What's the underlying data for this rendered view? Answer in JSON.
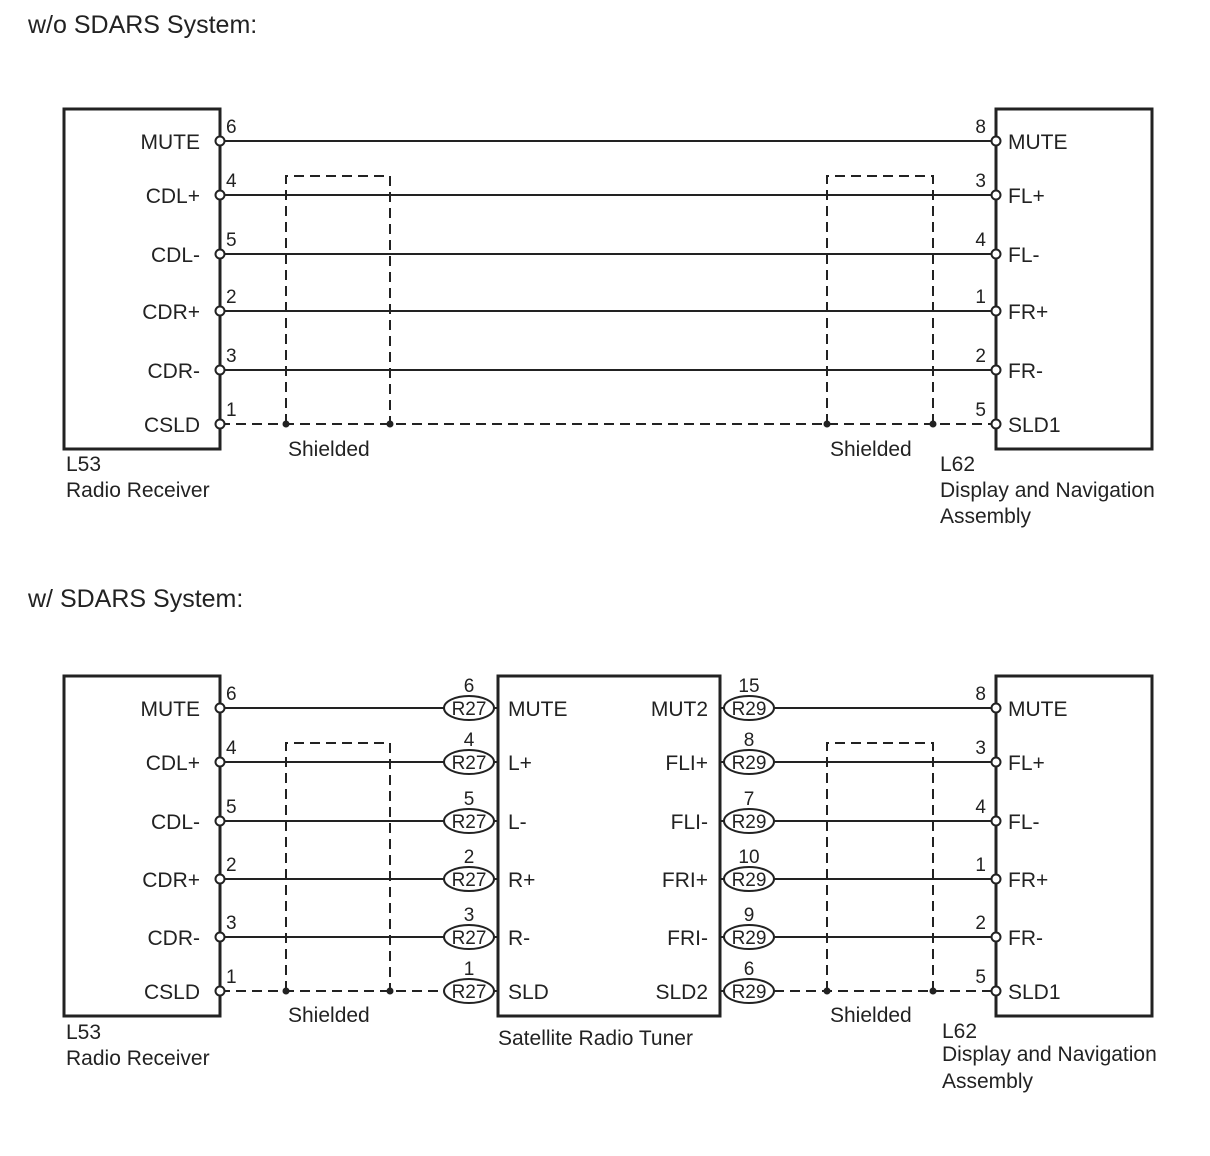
{
  "top": {
    "title": "w/o SDARS System:",
    "left_component": {
      "code": "L53",
      "name": "Radio Receiver"
    },
    "right_component": {
      "code": "L62",
      "name_line1": "Display and Navigation",
      "name_line2": "Assembly"
    },
    "shield_label": "Shielded",
    "rows": [
      {
        "left_label": "MUTE",
        "left_pin": "6",
        "right_pin": "8",
        "right_label": "MUTE"
      },
      {
        "left_label": "CDL+",
        "left_pin": "4",
        "right_pin": "3",
        "right_label": "FL+"
      },
      {
        "left_label": "CDL-",
        "left_pin": "5",
        "right_pin": "4",
        "right_label": "FL-"
      },
      {
        "left_label": "CDR+",
        "left_pin": "2",
        "right_pin": "1",
        "right_label": "FR+"
      },
      {
        "left_label": "CDR-",
        "left_pin": "3",
        "right_pin": "2",
        "right_label": "FR-"
      },
      {
        "left_label": "CSLD",
        "left_pin": "1",
        "right_pin": "5",
        "right_label": "SLD1"
      }
    ]
  },
  "bottom": {
    "title": "w/ SDARS System:",
    "left_component": {
      "code": "L53",
      "name": "Radio Receiver"
    },
    "middle_component": {
      "name": "Satellite Radio Tuner"
    },
    "right_component": {
      "code": "L62",
      "name_line1": "Display and Navigation",
      "name_line2": "Assembly"
    },
    "shield_label": "Shielded",
    "left_connector": "R27",
    "right_connector": "R29",
    "rows": [
      {
        "left_label": "MUTE",
        "left_pin": "6",
        "mid_left_pin": "6",
        "mid_left_label": "MUTE",
        "mid_right_label": "MUT2",
        "mid_right_pin": "15",
        "right_pin": "8",
        "right_label": "MUTE"
      },
      {
        "left_label": "CDL+",
        "left_pin": "4",
        "mid_left_pin": "4",
        "mid_left_label": "L+",
        "mid_right_label": "FLI+",
        "mid_right_pin": "8",
        "right_pin": "3",
        "right_label": "FL+"
      },
      {
        "left_label": "CDL-",
        "left_pin": "5",
        "mid_left_pin": "5",
        "mid_left_label": "L-",
        "mid_right_label": "FLI-",
        "mid_right_pin": "7",
        "right_pin": "4",
        "right_label": "FL-"
      },
      {
        "left_label": "CDR+",
        "left_pin": "2",
        "mid_left_pin": "2",
        "mid_left_label": "R+",
        "mid_right_label": "FRI+",
        "mid_right_pin": "10",
        "right_pin": "1",
        "right_label": "FR+"
      },
      {
        "left_label": "CDR-",
        "left_pin": "3",
        "mid_left_pin": "3",
        "mid_left_label": "R-",
        "mid_right_label": "FRI-",
        "mid_right_pin": "9",
        "right_pin": "2",
        "right_label": "FR-"
      },
      {
        "left_label": "CSLD",
        "left_pin": "1",
        "mid_left_pin": "1",
        "mid_left_label": "SLD",
        "mid_right_label": "SLD2",
        "mid_right_pin": "6",
        "right_pin": "5",
        "right_label": "SLD1"
      }
    ]
  }
}
